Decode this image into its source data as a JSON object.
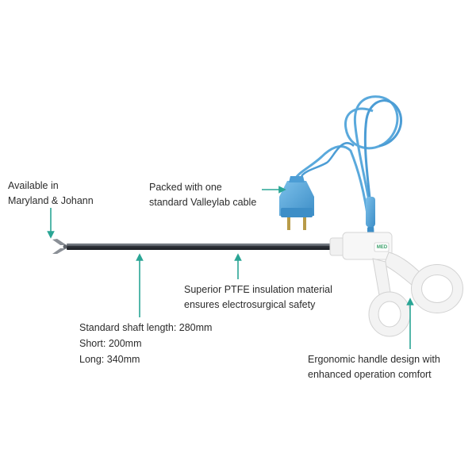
{
  "callouts": {
    "jaw_options": {
      "lines": [
        "Available in",
        "Maryland & Johann"
      ]
    },
    "cable": {
      "lines": [
        "Packed with one",
        "standard Valleylab cable"
      ]
    },
    "insulation": {
      "lines": [
        "Superior PTFE insulation material",
        "ensures electrosurgical safety"
      ]
    },
    "shaft": {
      "lines": [
        "Standard shaft length: 280mm",
        "Short: 200mm",
        "Long: 340mm"
      ]
    },
    "handle": {
      "lines": [
        "Ergonomic handle design with",
        "enhanced operation comfort"
      ]
    }
  },
  "brand_mark": "MED",
  "colors": {
    "arrow": "#2aa595",
    "cable": "#5aa9dc",
    "cable_dark": "#3d8ec7",
    "shaft": "#3a3f47",
    "handle": "#f4f4f4",
    "text": "#2b2b2b"
  },
  "icons": {
    "arrow": "teal-arrow-icon",
    "plug": "banana-plug-icon"
  }
}
